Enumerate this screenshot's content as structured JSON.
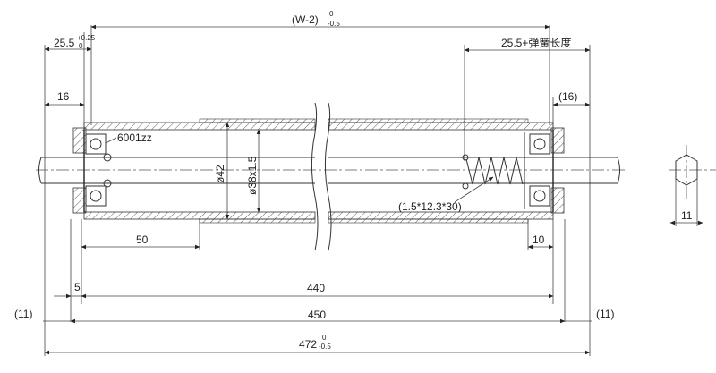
{
  "dimensions": {
    "overall_width": "(W-2)",
    "overall_tol": "0",
    "overall_tol_minus": "-0.5",
    "left_end": "25.5",
    "left_end_tol_plus": "+0.25",
    "left_end_tol_zero": "0",
    "right_end": "25.5+弹簧长度",
    "left_inner": "16",
    "right_inner": "(16)",
    "bearing": "6001zz",
    "tube_od": "ø42",
    "tube_id": "ø38x1.5",
    "spring": "(1.5*12.3*30)",
    "left_shaft": "50",
    "right_shaft": "10",
    "offset": "5",
    "inner_length": "440",
    "mid_length": "450",
    "total_length": "472",
    "total_tol_zero": "0",
    "total_tol_minus": "-0.5",
    "left_extra": "(11)",
    "right_extra": "(11)",
    "hex_size": "11"
  }
}
